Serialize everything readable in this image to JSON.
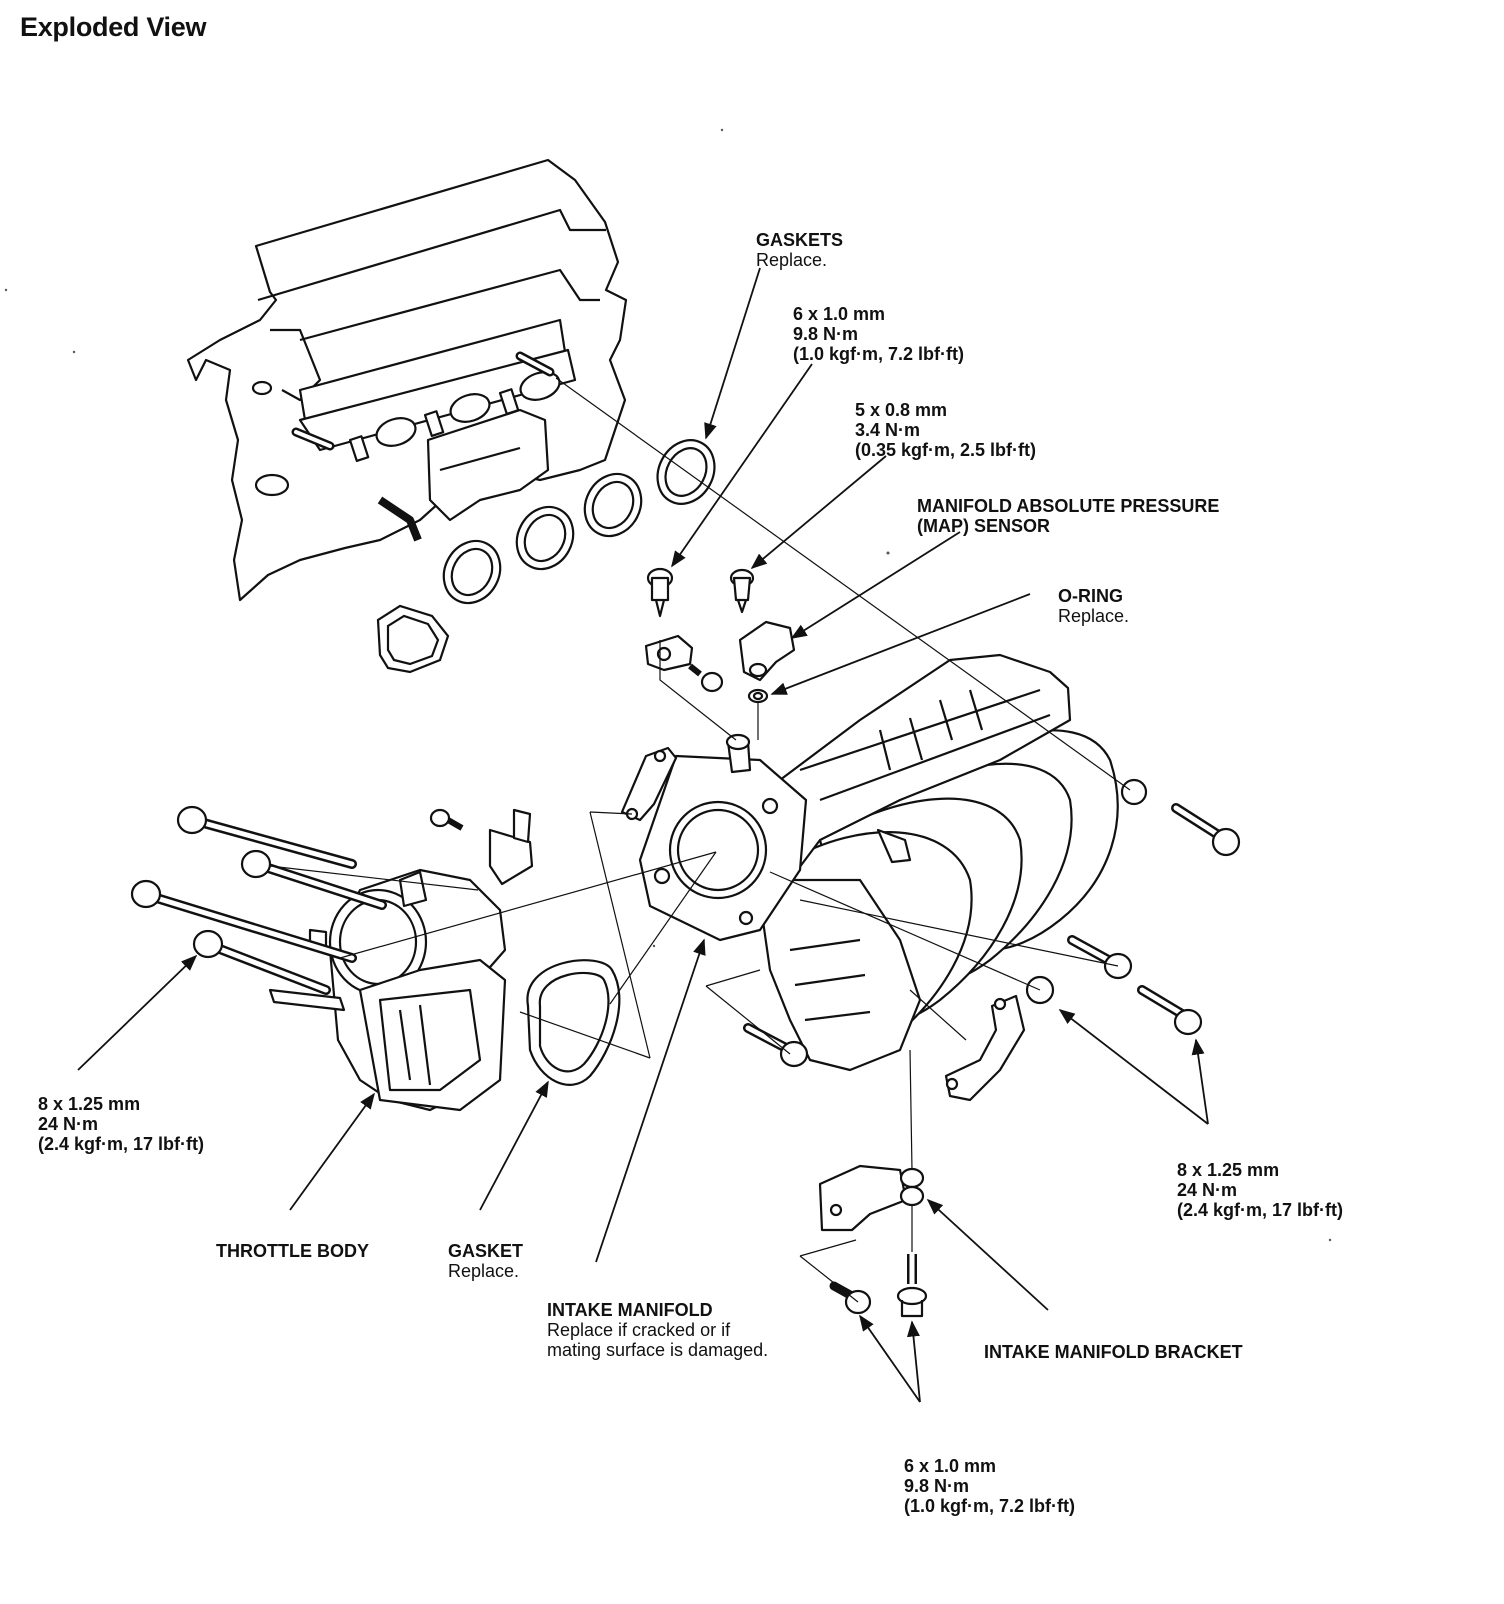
{
  "title": "Exploded View",
  "callouts": {
    "gaskets": {
      "name": "GASKETS",
      "note": "Replace."
    },
    "bolt_6x1_top": {
      "size": "6 x 1.0 mm",
      "torque": "9.8 N·m",
      "torque_alt": "(1.0 kgf·m, 7.2 lbf·ft)"
    },
    "bolt_5x08": {
      "size": "5 x 0.8 mm",
      "torque": "3.4 N·m",
      "torque_alt": "(0.35 kgf·m, 2.5 lbf·ft)"
    },
    "map_sensor": {
      "line1": "MANIFOLD ABSOLUTE PRESSURE",
      "line2": "(MAP) SENSOR"
    },
    "o_ring": {
      "name": "O-RING",
      "note": "Replace."
    },
    "bolt_8x125_left": {
      "size": "8 x 1.25 mm",
      "torque": "24 N·m",
      "torque_alt": "(2.4 kgf·m, 17 lbf·ft)"
    },
    "bolt_8x125_right": {
      "size": "8 x 1.25 mm",
      "torque": "24 N·m",
      "torque_alt": "(2.4 kgf·m, 17 lbf·ft)"
    },
    "throttle_body": {
      "name": "THROTTLE BODY"
    },
    "gasket": {
      "name": "GASKET",
      "note": "Replace."
    },
    "intake_manifold": {
      "name": "INTAKE MANIFOLD",
      "note1": "Replace if cracked or if",
      "note2": "mating surface is damaged."
    },
    "manifold_bracket": {
      "name": "INTAKE MANIFOLD BRACKET"
    },
    "bolt_6x1_bottom": {
      "size": "6 x 1.0 mm",
      "torque": "9.8 N·m",
      "torque_alt": "(1.0 kgf·m, 7.2 lbf·ft)"
    }
  }
}
